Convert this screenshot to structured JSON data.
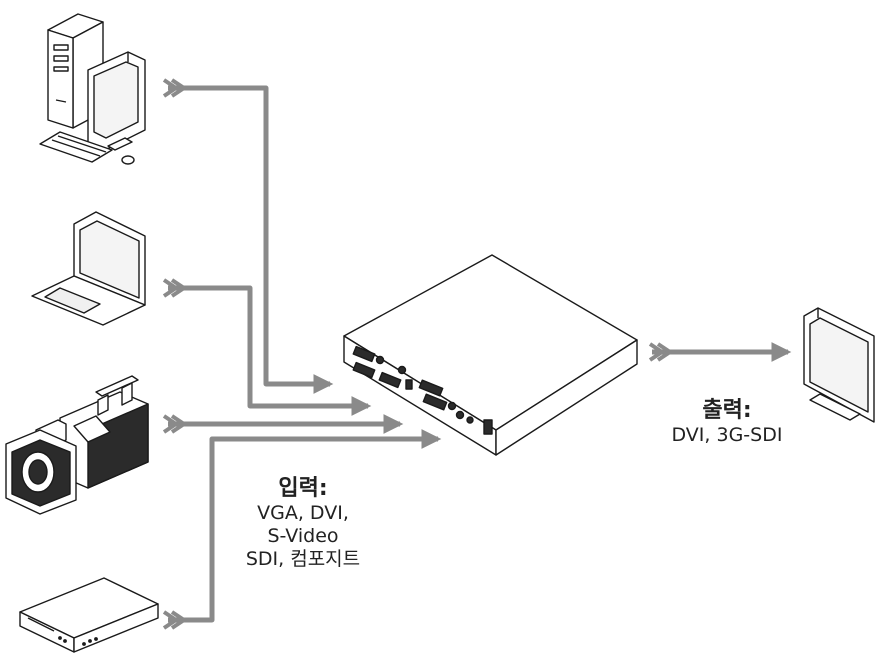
{
  "input": {
    "heading": "입력:",
    "lines": [
      "VGA, DVI,",
      "S-Video",
      "SDI, 컴포지트"
    ]
  },
  "output": {
    "heading": "출력:",
    "lines": [
      "DVI, 3G-SDI"
    ]
  },
  "devices": {
    "sources": [
      "desktop-pc-icon",
      "laptop-icon",
      "video-camera-icon",
      "dvd-player-icon"
    ],
    "processor": "video-processor-box",
    "display": "monitor-icon"
  },
  "colors": {
    "arrow": "#8a8a8a",
    "outline": "#1a1a1a",
    "device_dark": "#2b2b2b"
  }
}
